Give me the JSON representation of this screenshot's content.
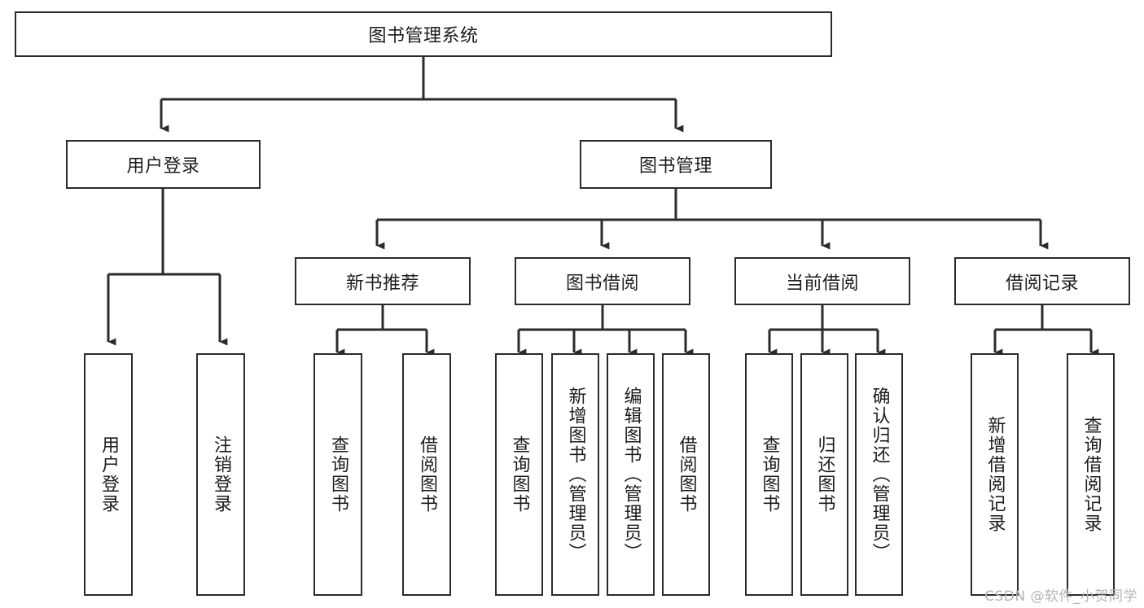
{
  "diagram": {
    "title": "图书管理系统",
    "stroke_color": "#2b2b2b",
    "background_color": "#ffffff",
    "text_color": "#1c1c1c",
    "root": {
      "label": "图书管理系统"
    },
    "level2": [
      {
        "label": "用户登录"
      },
      {
        "label": "图书管理"
      }
    ],
    "level3": [
      {
        "label": "新书推荐"
      },
      {
        "label": "图书借阅"
      },
      {
        "label": "当前借阅"
      },
      {
        "label": "借阅记录"
      }
    ],
    "leaves": [
      {
        "label": "用户登录",
        "parent": "用户登录"
      },
      {
        "label": "注销登录",
        "parent": "用户登录"
      },
      {
        "label": "查询图书",
        "parent": "新书推荐"
      },
      {
        "label": "借阅图书",
        "parent": "新书推荐"
      },
      {
        "label": "查询图书",
        "parent": "图书借阅"
      },
      {
        "label": "新增图书（管理员）",
        "parent": "图书借阅"
      },
      {
        "label": "编辑图书（管理员）",
        "parent": "图书借阅"
      },
      {
        "label": "借阅图书",
        "parent": "图书借阅"
      },
      {
        "label": "查询图书",
        "parent": "当前借阅"
      },
      {
        "label": "归还图书",
        "parent": "当前借阅"
      },
      {
        "label": "确认归还（管理员）",
        "parent": "当前借阅"
      },
      {
        "label": "新增借阅记录",
        "parent": "借阅记录"
      },
      {
        "label": "查询借阅记录",
        "parent": "借阅记录"
      }
    ]
  },
  "watermark": {
    "text": "CSDN @软件_小贺同学",
    "color": "#b4b4b4"
  }
}
